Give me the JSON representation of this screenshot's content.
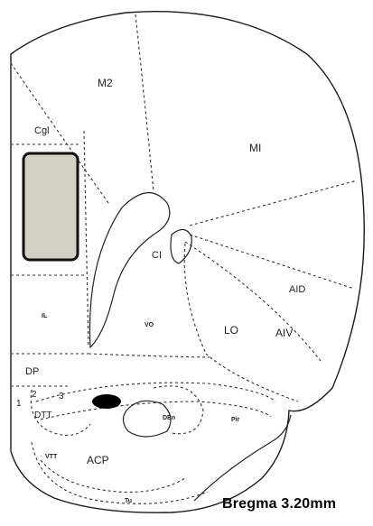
{
  "regions": {
    "m2": "M2",
    "cgl": "Cgl",
    "mi": "MI",
    "cl": "CI",
    "aid": "AID",
    "il": "IL",
    "vo": "VO",
    "lo": "LO",
    "aiv": "AIV",
    "dp": "DP",
    "n1": "1",
    "n2": "2",
    "n3": "3",
    "dtt": "DTT",
    "den": "DEn",
    "pir": "Pir",
    "vtt": "VTT",
    "acp": "ACP",
    "tu": "Tu"
  },
  "marker": {
    "fill": "#d6d0c2",
    "stroke": "#111111"
  },
  "caption": "Bregma 3.20mm"
}
